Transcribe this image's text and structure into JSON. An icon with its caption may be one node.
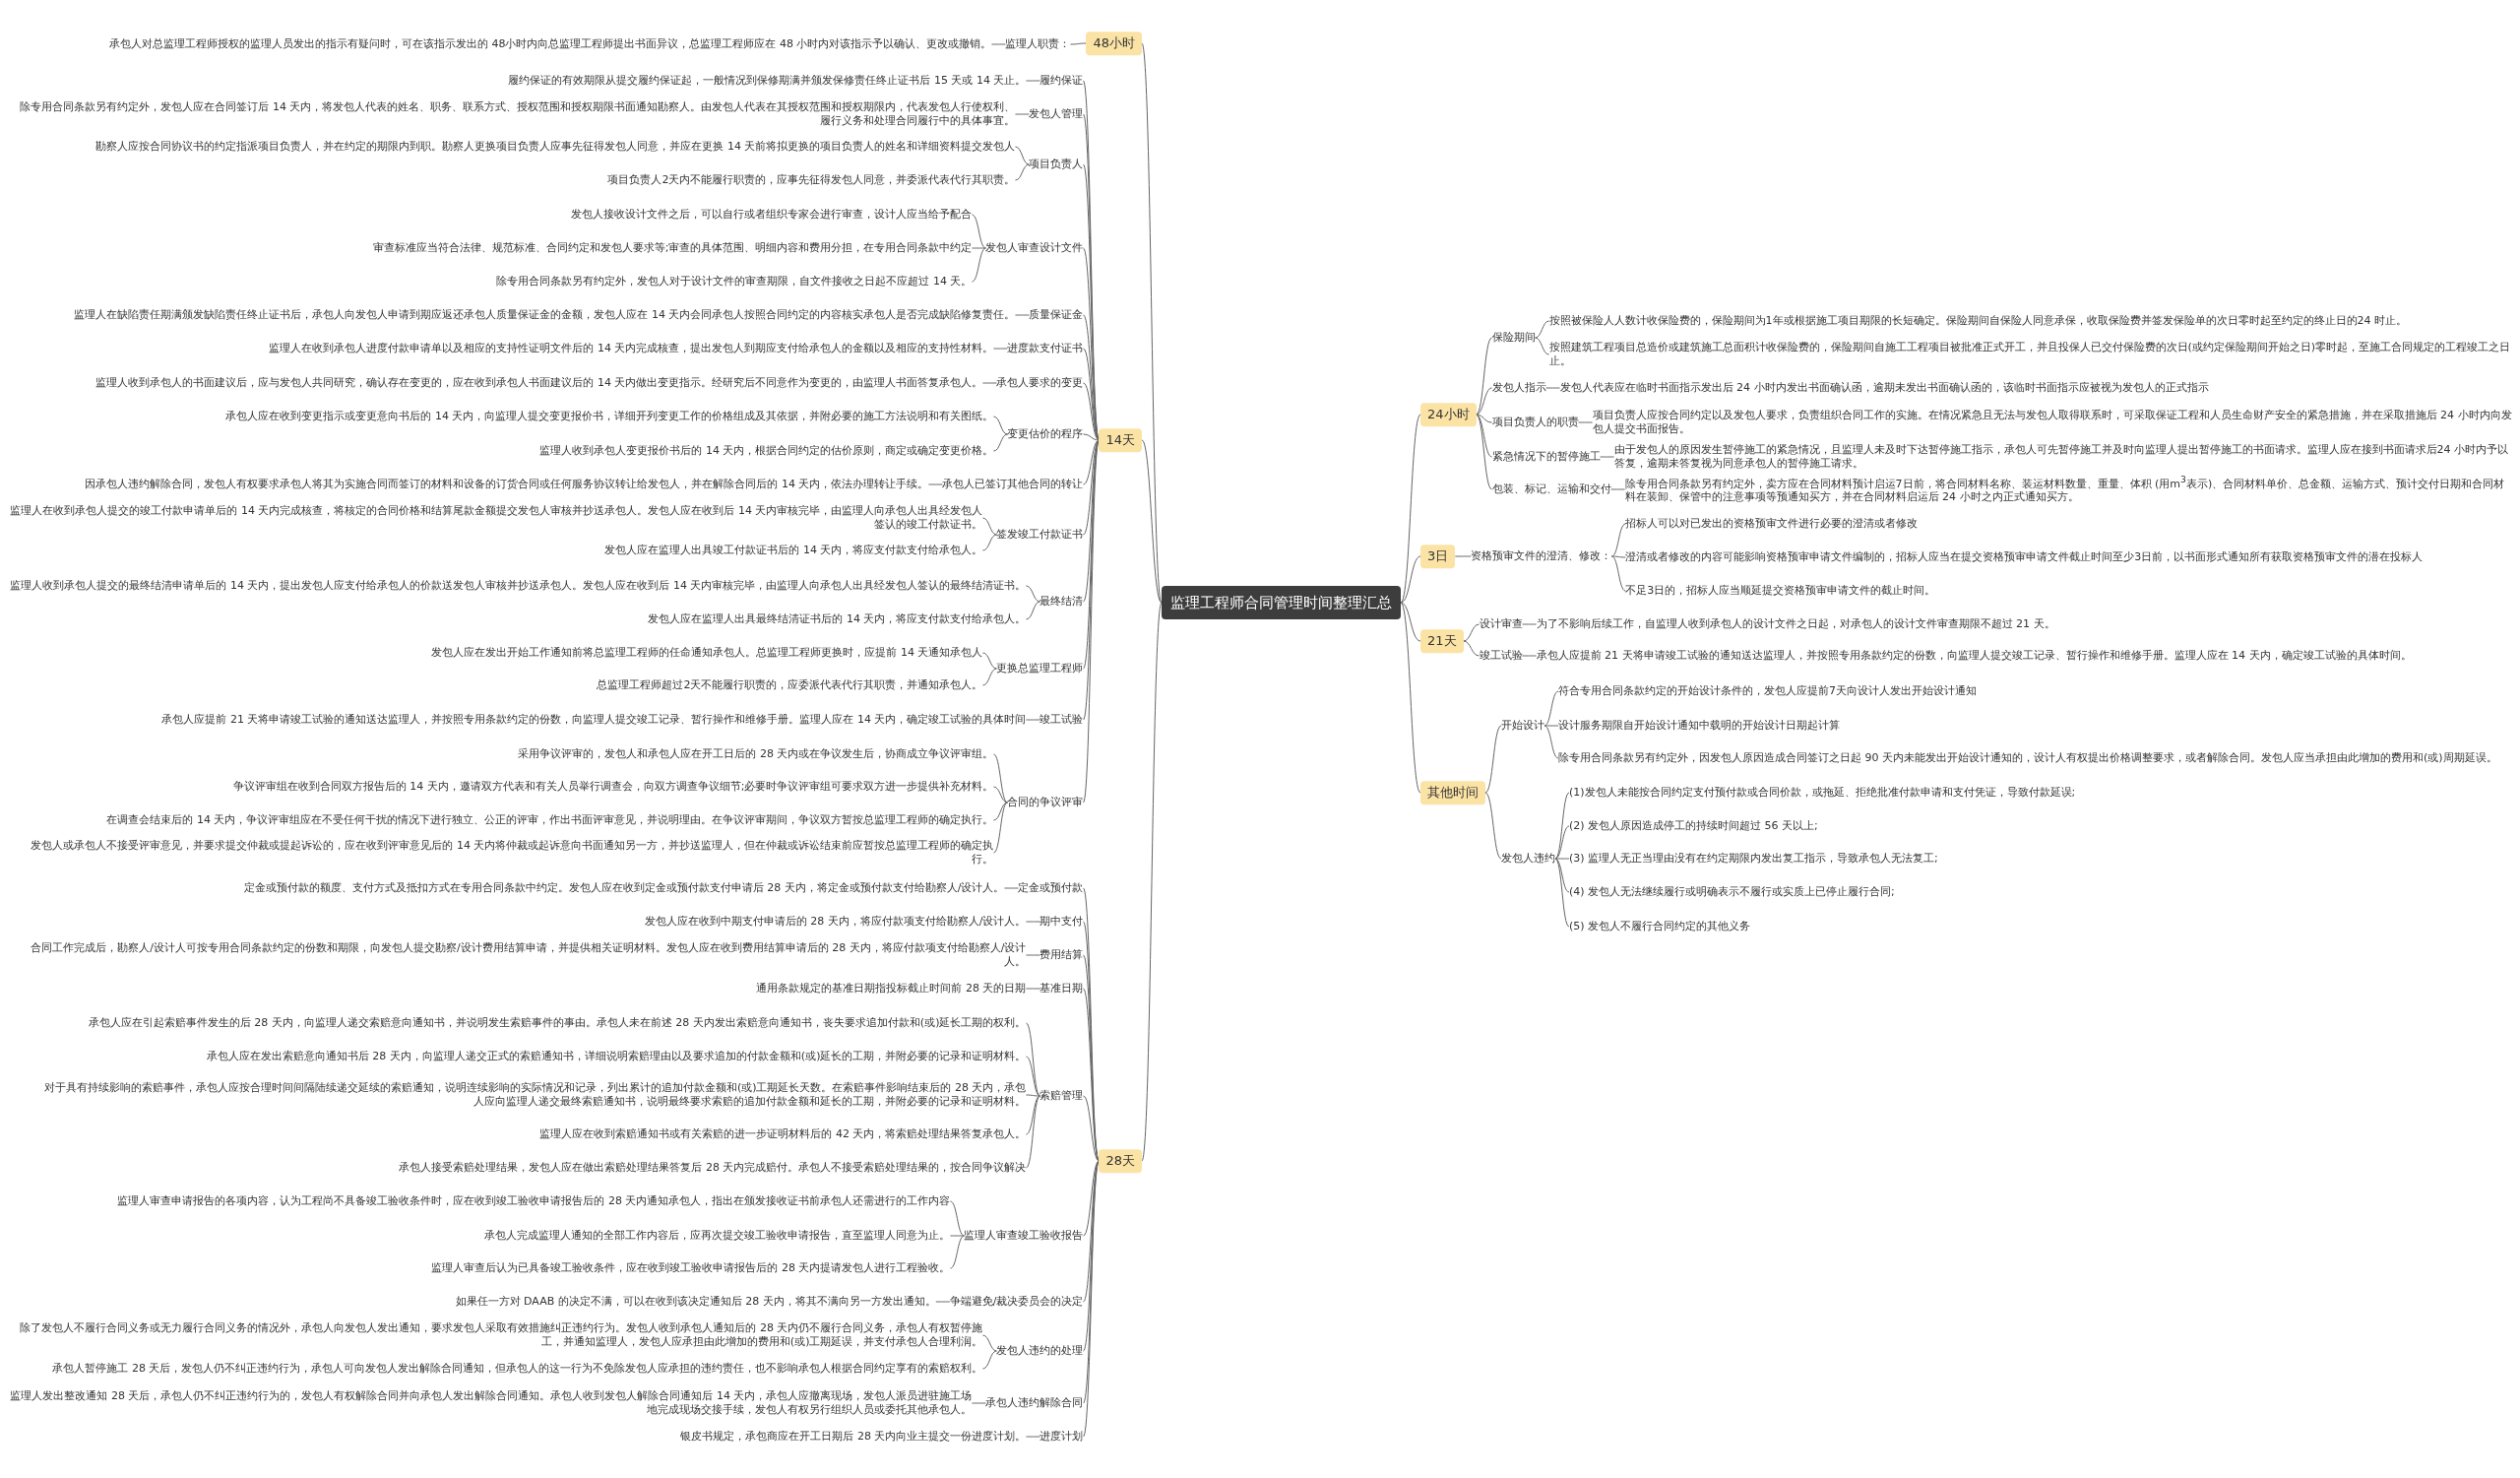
{
  "diagram": {
    "nodes": [
      {
        "text": [
          "监理工程师合同管理时间整理汇总"
        ]
      },
      {
        "text": [
          "48小时"
        ]
      },
      {
        "text": [
          "监理人职责："
        ]
      },
      {
        "text": [
          "承包人对总监理工程师授权的监理人员发出的指示有疑问时，可在该指示发出的 48小时内向总监理工程师提出书面异议，总监理工程师应在 48 小时内对该指示予以确认、更改或撤销。"
        ]
      },
      {
        "text": [
          "14天"
        ]
      },
      {
        "text": [
          "履约保证"
        ]
      },
      {
        "text": [
          "履约保证的有效期限从提交履约保证起，一般情况到保修期满并颁发保修责任终止证书后 15 天或 14 天止。"
        ]
      },
      {
        "text": [
          "发包人管理"
        ]
      },
      {
        "text": [
          "除专用合同条款另有约定外，发包人应在合同签订后 14 天内，将发包人代表的姓名、职务、联系方式、授权范围和授权期限书面通知勘察人。由发包人代表在其授权范围和授权期限内，代表发包人行使权利、履行义务和处理合同履行中的具体事宜。"
        ]
      },
      {
        "text": [
          "项目负责人"
        ]
      },
      {
        "text": [
          "勘察人应按合同协议书的约定指派项目负责人，并在约定的期限内到职。勘察人更换项目负责人应事先征得发包人同意，并应在更换 14 天前将拟更换的项目负责人的姓名和详细资料提交发包人"
        ]
      },
      {
        "text": [
          "项目负责人2天内不能履行职责的，应事先征得发包人同意，并委派代表代行其职责。"
        ]
      },
      {
        "text": [
          "发包人审查设计文件"
        ]
      },
      {
        "text": [
          "发包人接收设计文件之后，可以自行或者组织专家会进行审查，设计人应当给予配合"
        ]
      },
      {
        "text": [
          "审查标准应当符合法律、规范标准、合同约定和发包人要求等;审查的具体范围、明细内容和费用分担，在专用合同条款中约定"
        ]
      },
      {
        "text": [
          "除专用合同条款另有约定外，发包人对于设计文件的审查期限，自文件接收之日起不应超过 14 天。"
        ]
      },
      {
        "text": [
          "质量保证金"
        ]
      },
      {
        "text": [
          "监理人在缺陷责任期满颁发缺陷责任终止证书后，承包人向发包人申请到期应返还承包人质量保证金的金额，发包人应在 14 天内会同承包人按照合同约定的内容核实承包人是否完成缺陷修复责任。"
        ]
      },
      {
        "text": [
          "进度款支付证书"
        ]
      },
      {
        "text": [
          "监理人在收到承包人进度付款申请单以及相应的支持性证明文件后的 14 天内完成核查，提出发包人到期应支付给承包人的金额以及相应的支持性材料。"
        ]
      },
      {
        "text": [
          "承包人要求的变更"
        ]
      },
      {
        "text": [
          "监理人收到承包人的书面建议后，应与发包人共同研究，确认存在变更的，应在收到承包人书面建议后的 14 天内做出变更指示。经研究后不同意作为变更的，由监理人书面答复承包人。"
        ]
      },
      {
        "text": [
          "变更估价的程序"
        ]
      },
      {
        "text": [
          "承包人应在收到变更指示或变更意向书后的 14 天内，向监理人提交变更报价书，详细开列变更工作的价格组成及其依据，并附必要的施工方法说明和有关图纸。"
        ]
      },
      {
        "text": [
          "监理人收到承包人变更报价书后的 14 天内，根据合同约定的估价原则，商定或确定变更价格。"
        ]
      },
      {
        "text": [
          "承包人已签订其他合同的转让"
        ]
      },
      {
        "text": [
          "因承包人违约解除合同，发包人有权要求承包人将其为实施合同而签订的材料和设备的订货合同或任何服务协议转让给发包人，并在解除合同后的 14 天内，依法办理转让手续。"
        ]
      },
      {
        "text": [
          "签发竣工付款证书"
        ]
      },
      {
        "text": [
          "监理人在收到承包人提交的竣工付款申请单后的 14 天内完成核查，将核定的合同价格和结算尾款金额提交发包人审核并抄送承包人。发包人应在收到后 14 天内审核完毕，由监理人向承包人出具经发包人签认的竣工付款证书。"
        ]
      },
      {
        "text": [
          "发包人应在监理人出具竣工付款证书后的 14 天内，将应支付款支付给承包人。"
        ]
      },
      {
        "text": [
          "最终结清"
        ]
      },
      {
        "text": [
          "监理人收到承包人提交的最终结清申请单后的 14 天内，提出发包人应支付给承包人的价款送发包人审核并抄送承包人。发包人应在收到后 14 天内审核完毕，由监理人向承包人出具经发包人签认的最终结清证书。"
        ]
      },
      {
        "text": [
          "发包人应在监理人出具最终结清证书后的 14 天内，将应支付款支付给承包人。"
        ]
      },
      {
        "text": [
          "更换总监理工程师"
        ]
      },
      {
        "text": [
          "发包人应在发出开始工作通知前将总监理工程师的任命通知承包人。总监理工程师更换时，应提前 14 天通知承包人"
        ]
      },
      {
        "text": [
          "总监理工程师超过2天不能履行职责的，应委派代表代行其职责，并通知承包人。"
        ]
      },
      {
        "text": [
          "竣工试验"
        ]
      },
      {
        "text": [
          "承包人应提前 21 天将申请竣工试验的通知送达监理人，并按照专用条款约定的份数，向监理人提交竣工记录、暂行操作和维修手册。监理人应在 14 天内，确定竣工试验的具体时间"
        ]
      },
      {
        "text": [
          "合同的争议评审"
        ]
      },
      {
        "text": [
          "采用争议评审的，发包人和承包人应在开工日后的 28 天内或在争议发生后，协商成立争议评审组。"
        ]
      },
      {
        "text": [
          "争议评审组在收到合同双方报告后的 14 天内，邀请双方代表和有关人员举行调查会，向双方调查争议细节;必要时争议评审组可要求双方进一步提供补充材料。"
        ]
      },
      {
        "text": [
          "在调查会结束后的 14 天内，争议评审组应在不受任何干扰的情况下进行独立、公正的评审，作出书面评审意见，并说明理由。在争议评审期间，争议双方暂按总监理工程师的确定执行。"
        ]
      },
      {
        "text": [
          "发包人或承包人不接受评审意见，并要求提交仲裁或提起诉讼的，应在收到评审意见后的 14 天内将仲裁或起诉意向书面通知另一方，并抄送监理人，但在仲裁或诉讼结束前应暂按总监理工程师的确定执行。"
        ]
      },
      {
        "text": [
          "28天"
        ]
      },
      {
        "text": [
          "定金或预付款"
        ]
      },
      {
        "text": [
          "定金或预付款的额度、支付方式及抵扣方式在专用合同条款中约定。发包人应在收到定金或预付款支付申请后 28 天内，将定金或预付款支付给勘察人/设计人。"
        ]
      },
      {
        "text": [
          "期中支付"
        ]
      },
      {
        "text": [
          "发包人应在收到中期支付申请后的 28 天内，将应付款项支付给勘察人/设计人。"
        ]
      },
      {
        "text": [
          "费用结算"
        ]
      },
      {
        "text": [
          "合同工作完成后，勘察人/设计人可按专用合同条款约定的份数和期限，向发包人提交勘察/设计费用结算申请，并提供相关证明材料。发包人应在收到费用结算申请后的 28 天内，将应付款项支付给勘察人/设计人。"
        ]
      },
      {
        "text": [
          "基准日期"
        ]
      },
      {
        "text": [
          "通用条款规定的基准日期指投标截止时间前 28 天的日期"
        ]
      },
      {
        "text": [
          "索赔管理"
        ]
      },
      {
        "text": [
          "承包人应在引起索赔事件发生的后 28 天内，向监理人递交索赔意向通知书，并说明发生索赔事件的事由。承包人未在前述 28 天内发出索赔意向通知书，丧失要求追加付款和(或)延长工期的权利。"
        ]
      },
      {
        "text": [
          "承包人应在发出索赔意向通知书后 28 天内，向监理人递交正式的索赔通知书，详细说明索赔理由以及要求追加的付款金额和(或)延长的工期，并附必要的记录和证明材料。"
        ]
      },
      {
        "text": [
          "对于具有持续影响的索赔事件，承包人应按合理时间间隔陆续递交延续的索赔通知，说明连续影响的实际情况和记录，列出累计的追加付款金额和(或)工期延长天数。在索赔事件影响结束后的 28 天内，承包人应向监理人递交最终索赔通知书，说明最终要求索赔的追加付款金额和延长的工期，并附必要的记录和证明材料。"
        ]
      },
      {
        "text": [
          "监理人应在收到索赔通知书或有关索赔的进一步证明材料后的 42 天内，将索赔处理结果答复承包人。"
        ]
      },
      {
        "text": [
          "承包人接受索赔处理结果，发包人应在做出索赔处理结果答复后 28 天内完成赔付。承包人不接受索赔处理结果的，按合同争议解决"
        ]
      },
      {
        "text": [
          "监理人审查竣工验收报告"
        ]
      },
      {
        "text": [
          "监理人审查申请报告的各项内容，认为工程尚不具备竣工验收条件时，应在收到竣工验收申请报告后的 28 天内通知承包人，指出在颁发接收证书前承包人还需进行的工作内容"
        ]
      },
      {
        "text": [
          "承包人完成监理人通知的全部工作内容后，应再次提交竣工验收申请报告，直至监理人同意为止。"
        ]
      },
      {
        "text": [
          "监理人审查后认为已具备竣工验收条件，应在收到竣工验收申请报告后的 28 天内提请发包人进行工程验收。"
        ]
      },
      {
        "text": [
          "争端避免/裁决委员会的决定"
        ]
      },
      {
        "text": [
          "如果任一方对 DAAB 的决定不满，可以在收到该决定通知后 28 天内，将其不满向另一方发出通知。"
        ]
      },
      {
        "text": [
          "发包人违约的处理"
        ]
      },
      {
        "text": [
          "除了发包人不履行合同义务或无力履行合同义务的情况外，承包人向发包人发出通知，要求发包人采取有效措施纠正违约行为。发包人收到承包人通知后的 28 天内仍不履行合同义务，承包人有权暂停施工，并通知监理人，发包人应承担由此增加的费用和(或)工期延误，并支付承包人合理利润。"
        ]
      },
      {
        "text": [
          "承包人暂停施工 28 天后，发包人仍不纠正违约行为，承包人可向发包人发出解除合同通知，但承包人的这一行为不免除发包人应承担的违约责任，也不影响承包人根据合同约定享有的索赔权利。"
        ]
      },
      {
        "text": [
          "承包人违约解除合同"
        ]
      },
      {
        "text": [
          "监理人发出整改通知 28 天后，承包人仍不纠正违约行为的，发包人有权解除合同并向承包人发出解除合同通知。承包人收到发包人解除合同通知后 14 天内，承包人应撤离现场，发包人派员进驻施工场地完成现场交接手续，发包人有权另行组织人员或委托其他承包人。"
        ]
      },
      {
        "text": [
          "进度计划"
        ]
      },
      {
        "text": [
          "银皮书规定，承包商应在开工日期后 28 天内向业主提交一份进度计划。"
        ]
      },
      {
        "text": [
          "24小时"
        ]
      },
      {
        "text": [
          "保险期间"
        ]
      },
      {
        "text": [
          "按照被保险人人数计收保险费的，保险期间为1年或根据施工项目期限的长短确定。保险期间自保险人同意承保，收取保险费并签发保险单的次日零时起至约定的终止日的24 时止。"
        ]
      },
      {
        "text": [
          "按照建筑工程项目总造价或建筑施工总面积计收保险费的，保险期间自施工工程项目被批准正式开工，并且投保人已交付保险费的次日(或约定保险期间开始之日)零时起，至施工合同规定的工程竣工之日止。"
        ]
      },
      {
        "text": [
          "发包人指示"
        ]
      },
      {
        "text": [
          "发包人代表应在临时书面指示发出后 24 小时内发出书面确认函，逾期未发出书面确认函的，该临时书面指示应被视为发包人的正式指示"
        ]
      },
      {
        "text": [
          "项目负责人的职责"
        ]
      },
      {
        "text": [
          "项目负责人应按合同约定以及发包人要求，负责组织合同工作的实施。在情况紧急且无法与发包人取得联系时，可采取保证工程和人员生命财产安全的紧急措施，并在采取措施后 24 小时内向发包人提交书面报告。"
        ]
      },
      {
        "text": [
          "紧急情况下的暂停施工"
        ]
      },
      {
        "text": [
          "由于发包人的原因发生暂停施工的紧急情况，且监理人未及时下达暂停施工指示，承包人可先暂停施工并及时向监理人提出暂停施工的书面请求。监理人应在接到书面请求后24 小时内予以答复，逾期未答复视为同意承包人的暂停施工请求。"
        ]
      },
      {
        "text": [
          "包装、标记、运输和交付"
        ]
      },
      {
        "text": [
          "除专用合同条款另有约定外，卖方应在合同材料预计启运7日前，将合同材料名称、装运材料数量、重量、体积 (用m$^{3}$表示)、合同材料单价、总金额、运输方式、预计交付日期和合同材料在装卸、保管中的注意事项等预通知买方，并在合同材料启运后 24 小时之内正式通知买方。"
        ]
      },
      {
        "text": [
          "3日"
        ]
      },
      {
        "text": [
          "资格预审文件的澄清、修改："
        ]
      },
      {
        "text": [
          "招标人可以对已发出的资格预审文件进行必要的澄清或者修改"
        ]
      },
      {
        "text": [
          "澄清或者修改的内容可能影响资格预审申请文件编制的，招标人应当在提交资格预审申请文件截止时间至少3日前，以书面形式通知所有获取资格预审文件的潜在投标人"
        ]
      },
      {
        "text": [
          "不足3日的，招标人应当顺延提交资格预审申请文件的截止时间。"
        ]
      },
      {
        "text": [
          "21天"
        ]
      },
      {
        "text": [
          "设计审查"
        ]
      },
      {
        "text": [
          "为了不影响后续工作，自监理人收到承包人的设计文件之日起，对承包人的设计文件审查期限不超过 21 天。"
        ]
      },
      {
        "text": [
          "竣工试验"
        ]
      },
      {
        "text": [
          "承包人应提前 21 天将申请竣工试验的通知送达监理人，并按照专用条款约定的份数，向监理人提交竣工记录、暂行操作和维修手册。监理人应在 14 天内，确定竣工试验的具体时间。"
        ]
      },
      {
        "text": [
          "其他时间"
        ]
      },
      {
        "text": [
          "开始设计"
        ]
      },
      {
        "text": [
          "符合专用合同条款约定的开始设计条件的，发包人应提前7天向设计人发出开始设计通知"
        ]
      },
      {
        "text": [
          "设计服务期限自开始设计通知中载明的开始设计日期起计算"
        ]
      },
      {
        "text": [
          "除专用合同条款另有约定外，因发包人原因造成合同签订之日起 90 天内未能发出开始设计通知的，设计人有权提出价格调整要求，或者解除合同。发包人应当承担由此增加的费用和(或)周期延误。"
        ]
      },
      {
        "text": [
          "发包人违约"
        ]
      },
      {
        "text": [
          "(1)发包人未能按合同约定支付预付款或合同价款，或拖延、拒绝批准付款申请和支付凭证，导致付款延误;"
        ]
      },
      {
        "text": [
          "(2) 发包人原因造成停工的持续时间超过 56 天以上;"
        ]
      },
      {
        "text": [
          "(3) 监理人无正当理由没有在约定期限内发出复工指示，导致承包人无法复工;"
        ]
      },
      {
        "text": [
          "(4) 发包人无法继续履行或明确表示不履行或实质上已停止履行合同;"
        ]
      },
      {
        "text": [
          "(5) 发包人不履行合同约定的其他义务"
        ]
      }
    ],
    "edges": [
      {
        "from": 0,
        "to": 1,
        "arrow": "none"
      },
      {
        "from": 1,
        "to": 2,
        "arrow": "none"
      },
      {
        "from": 2,
        "to": 3,
        "arrow": "none"
      },
      {
        "from": 0,
        "to": 4,
        "arrow": "none"
      },
      {
        "from": 4,
        "to": 5,
        "arrow": "none"
      },
      {
        "from": 5,
        "to": 6,
        "arrow": "none"
      },
      {
        "from": 4,
        "to": 7,
        "arrow": "none"
      },
      {
        "from": 7,
        "to": 8,
        "arrow": "none"
      },
      {
        "from": 4,
        "to": 9,
        "arrow": "none"
      },
      {
        "from": 9,
        "to": 10,
        "arrow": "none"
      },
      {
        "from": 9,
        "to": 11,
        "arrow": "none"
      },
      {
        "from": 4,
        "to": 12,
        "arrow": "none"
      },
      {
        "from": 12,
        "to": 13,
        "arrow": "none"
      },
      {
        "from": 12,
        "to": 14,
        "arrow": "none"
      },
      {
        "from": 12,
        "to": 15,
        "arrow": "none"
      },
      {
        "from": 4,
        "to": 16,
        "arrow": "none"
      },
      {
        "from": 16,
        "to": 17,
        "arrow": "none"
      },
      {
        "from": 4,
        "to": 18,
        "arrow": "none"
      },
      {
        "from": 18,
        "to": 19,
        "arrow": "none"
      },
      {
        "from": 4,
        "to": 20,
        "arrow": "none"
      },
      {
        "from": 20,
        "to": 21,
        "arrow": "none"
      },
      {
        "from": 4,
        "to": 22,
        "arrow": "none"
      },
      {
        "from": 22,
        "to": 23,
        "arrow": "none"
      },
      {
        "from": 22,
        "to": 24,
        "arrow": "none"
      },
      {
        "from": 4,
        "to": 25,
        "arrow": "none"
      },
      {
        "from": 25,
        "to": 26,
        "arrow": "none"
      },
      {
        "from": 4,
        "to": 27,
        "arrow": "none"
      },
      {
        "from": 27,
        "to": 28,
        "arrow": "none"
      },
      {
        "from": 27,
        "to": 29,
        "arrow": "none"
      },
      {
        "from": 4,
        "to": 30,
        "arrow": "none"
      },
      {
        "from": 30,
        "to": 31,
        "arrow": "none"
      },
      {
        "from": 30,
        "to": 32,
        "arrow": "none"
      },
      {
        "from": 4,
        "to": 33,
        "arrow": "none"
      },
      {
        "from": 33,
        "to": 34,
        "arrow": "none"
      },
      {
        "from": 33,
        "to": 35,
        "arrow": "none"
      },
      {
        "from": 4,
        "to": 36,
        "arrow": "none"
      },
      {
        "from": 36,
        "to": 37,
        "arrow": "none"
      },
      {
        "from": 4,
        "to": 38,
        "arrow": "none"
      },
      {
        "from": 38,
        "to": 39,
        "arrow": "none"
      },
      {
        "from": 38,
        "to": 40,
        "arrow": "none"
      },
      {
        "from": 38,
        "to": 41,
        "arrow": "none"
      },
      {
        "from": 38,
        "to": 42,
        "arrow": "none"
      },
      {
        "from": 0,
        "to": 43,
        "arrow": "none"
      },
      {
        "from": 43,
        "to": 44,
        "arrow": "none"
      },
      {
        "from": 44,
        "to": 45,
        "arrow": "none"
      },
      {
        "from": 43,
        "to": 46,
        "arrow": "none"
      },
      {
        "from": 46,
        "to": 47,
        "arrow": "none"
      },
      {
        "from": 43,
        "to": 48,
        "arrow": "none"
      },
      {
        "from": 48,
        "to": 49,
        "arrow": "none"
      },
      {
        "from": 43,
        "to": 50,
        "arrow": "none"
      },
      {
        "from": 50,
        "to": 51,
        "arrow": "none"
      },
      {
        "from": 43,
        "to": 52,
        "arrow": "none"
      },
      {
        "from": 52,
        "to": 53,
        "arrow": "none"
      },
      {
        "from": 52,
        "to": 54,
        "arrow": "none"
      },
      {
        "from": 52,
        "to": 55,
        "arrow": "none"
      },
      {
        "from": 52,
        "to": 56,
        "arrow": "none"
      },
      {
        "from": 52,
        "to": 57,
        "arrow": "none"
      },
      {
        "from": 43,
        "to": 58,
        "arrow": "none"
      },
      {
        "from": 58,
        "to": 59,
        "arrow": "none"
      },
      {
        "from": 58,
        "to": 60,
        "arrow": "none"
      },
      {
        "from": 58,
        "to": 61,
        "arrow": "none"
      },
      {
        "from": 43,
        "to": 62,
        "arrow": "none"
      },
      {
        "from": 62,
        "to": 63,
        "arrow": "none"
      },
      {
        "from": 43,
        "to": 64,
        "arrow": "none"
      },
      {
        "from": 64,
        "to": 65,
        "arrow": "none"
      },
      {
        "from": 64,
        "to": 66,
        "arrow": "none"
      },
      {
        "from": 43,
        "to": 67,
        "arrow": "none"
      },
      {
        "from": 67,
        "to": 68,
        "arrow": "none"
      },
      {
        "from": 43,
        "to": 69,
        "arrow": "none"
      },
      {
        "from": 69,
        "to": 70,
        "arrow": "none"
      },
      {
        "from": 0,
        "to": 71,
        "arrow": "none"
      },
      {
        "from": 71,
        "to": 72,
        "arrow": "none"
      },
      {
        "from": 72,
        "to": 73,
        "arrow": "none"
      },
      {
        "from": 72,
        "to": 74,
        "arrow": "none"
      },
      {
        "from": 71,
        "to": 75,
        "arrow": "none"
      },
      {
        "from": 75,
        "to": 76,
        "arrow": "none"
      },
      {
        "from": 71,
        "to": 77,
        "arrow": "none"
      },
      {
        "from": 77,
        "to": 78,
        "arrow": "none"
      },
      {
        "from": 71,
        "to": 79,
        "arrow": "none"
      },
      {
        "from": 79,
        "to": 80,
        "arrow": "none"
      },
      {
        "from": 71,
        "to": 81,
        "arrow": "none"
      },
      {
        "from": 81,
        "to": 82,
        "arrow": "none"
      },
      {
        "from": 0,
        "to": 83,
        "arrow": "none"
      },
      {
        "from": 83,
        "to": 84,
        "arrow": "none"
      },
      {
        "from": 84,
        "to": 85,
        "arrow": "none"
      },
      {
        "from": 84,
        "to": 86,
        "arrow": "none"
      },
      {
        "from": 84,
        "to": 87,
        "arrow": "none"
      },
      {
        "from": 0,
        "to": 88,
        "arrow": "none"
      },
      {
        "from": 88,
        "to": 89,
        "arrow": "none"
      },
      {
        "from": 89,
        "to": 90,
        "arrow": "none"
      },
      {
        "from": 88,
        "to": 91,
        "arrow": "none"
      },
      {
        "from": 91,
        "to": 92,
        "arrow": "none"
      },
      {
        "from": 0,
        "to": 93,
        "arrow": "none"
      },
      {
        "from": 93,
        "to": 94,
        "arrow": "none"
      },
      {
        "from": 94,
        "to": 95,
        "arrow": "none"
      },
      {
        "from": 94,
        "to": 96,
        "arrow": "none"
      },
      {
        "from": 94,
        "to": 97,
        "arrow": "none"
      },
      {
        "from": 93,
        "to": 98,
        "arrow": "none"
      },
      {
        "from": 98,
        "to": 99,
        "arrow": "none"
      },
      {
        "from": 98,
        "to": 100,
        "arrow": "none"
      },
      {
        "from": 98,
        "to": 101,
        "arrow": "none"
      },
      {
        "from": 98,
        "to": 102,
        "arrow": "none"
      },
      {
        "from": 98,
        "to": 103,
        "arrow": "none"
      }
    ]
  }
}
